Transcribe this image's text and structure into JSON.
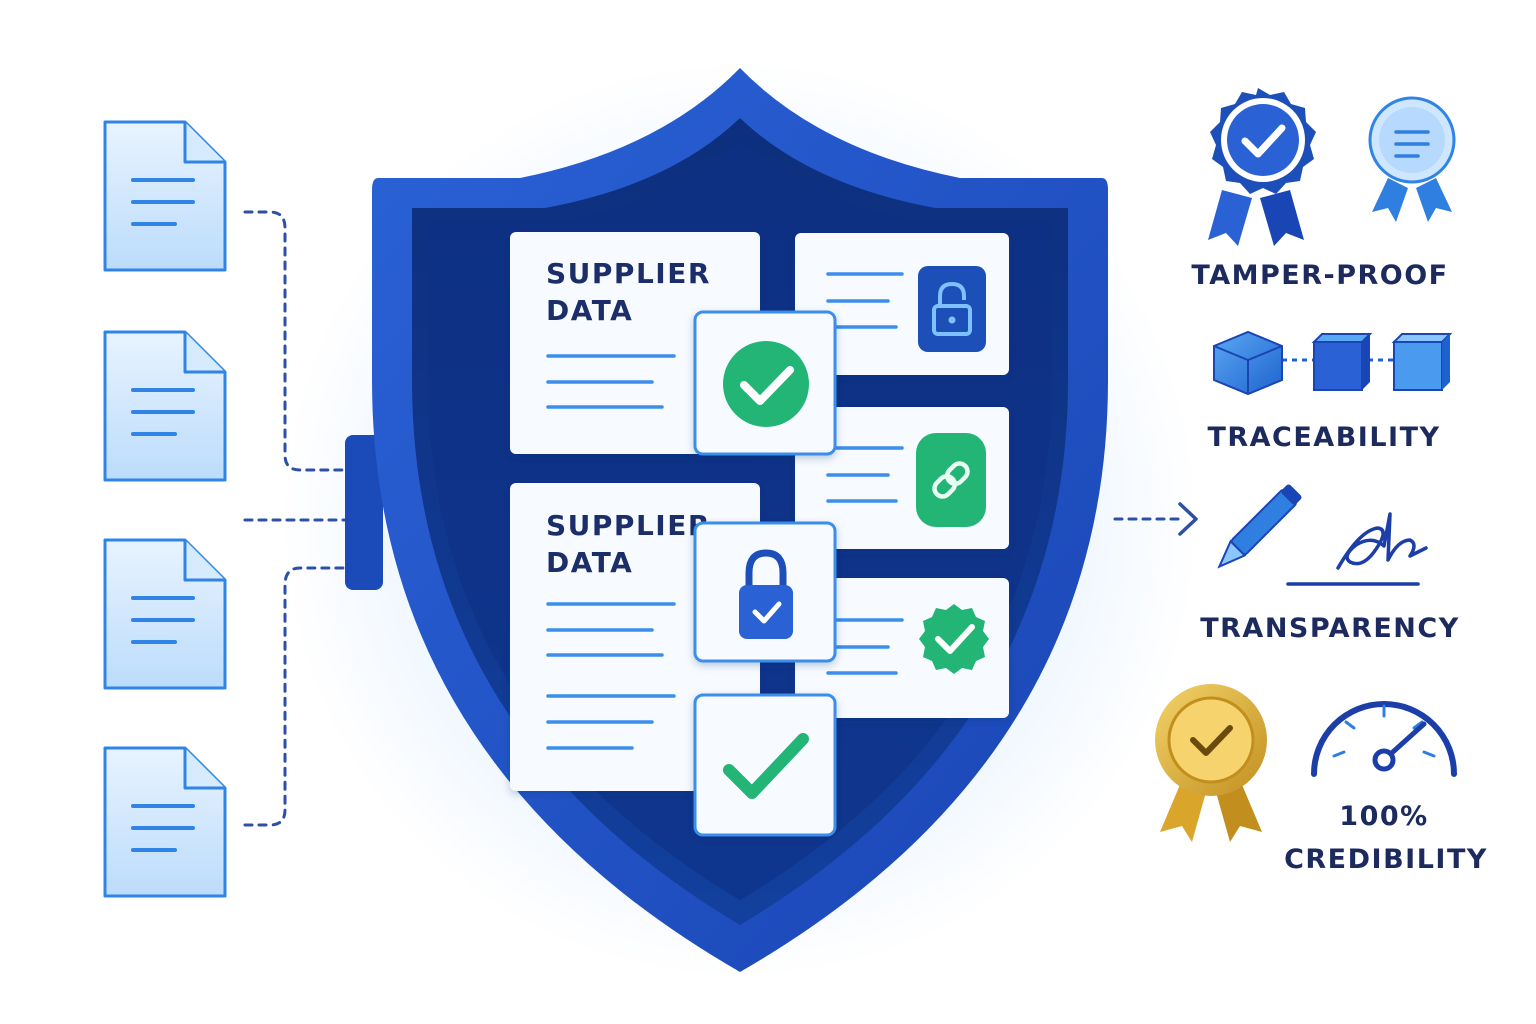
{
  "shield": {
    "cards": [
      {
        "title_line1": "SUPPLIER",
        "title_line2": "DATA"
      },
      {
        "title_line1": "SUPPLIER",
        "title_line2": "DATA"
      }
    ]
  },
  "features": [
    {
      "label": "TAMPER-PROOF",
      "icons": [
        "certified-rosette-icon",
        "ribbon-badge-icon"
      ]
    },
    {
      "label": "TRACEABILITY",
      "icons": [
        "linked-blocks-icon"
      ]
    },
    {
      "label": "TRANSPARENCY",
      "icons": [
        "pen-icon",
        "signature-icon"
      ]
    },
    {
      "label_line1": "100%",
      "label_line2": "CREDIBILITY",
      "icons": [
        "gold-medal-icon",
        "gauge-icon"
      ]
    }
  ],
  "colors": {
    "shield_outer": "#1b4fc4",
    "shield_inner": "#0f3589",
    "accent_blue": "#2f7fe0",
    "check_green": "#21b573",
    "gold": "#e0b43a",
    "label_navy": "#1c2a5e"
  }
}
